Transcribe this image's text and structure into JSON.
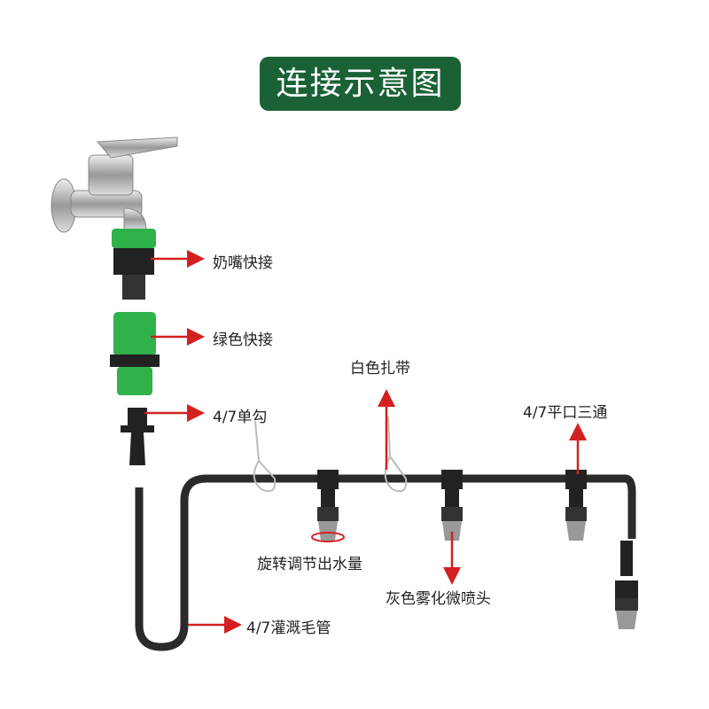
{
  "title": "连接示意图",
  "labels": {
    "nipple_quick_connector": "奶嘴快接",
    "green_quick_connector": "绿色快接",
    "single_barb": "4/7单勾",
    "white_cable_tie": "白色扎带",
    "flat_tee": "4/7平口三通",
    "rotate_adjust": "旋转调节出水量",
    "grey_mist_nozzle": "灰色雾化微喷头",
    "capillary_tube": "4/7灌溉毛管"
  },
  "colors": {
    "title_bg": "#1a6236",
    "arrow": "#d42020",
    "connector_green": "#2fb24a",
    "tube": "#2a2a2a"
  }
}
